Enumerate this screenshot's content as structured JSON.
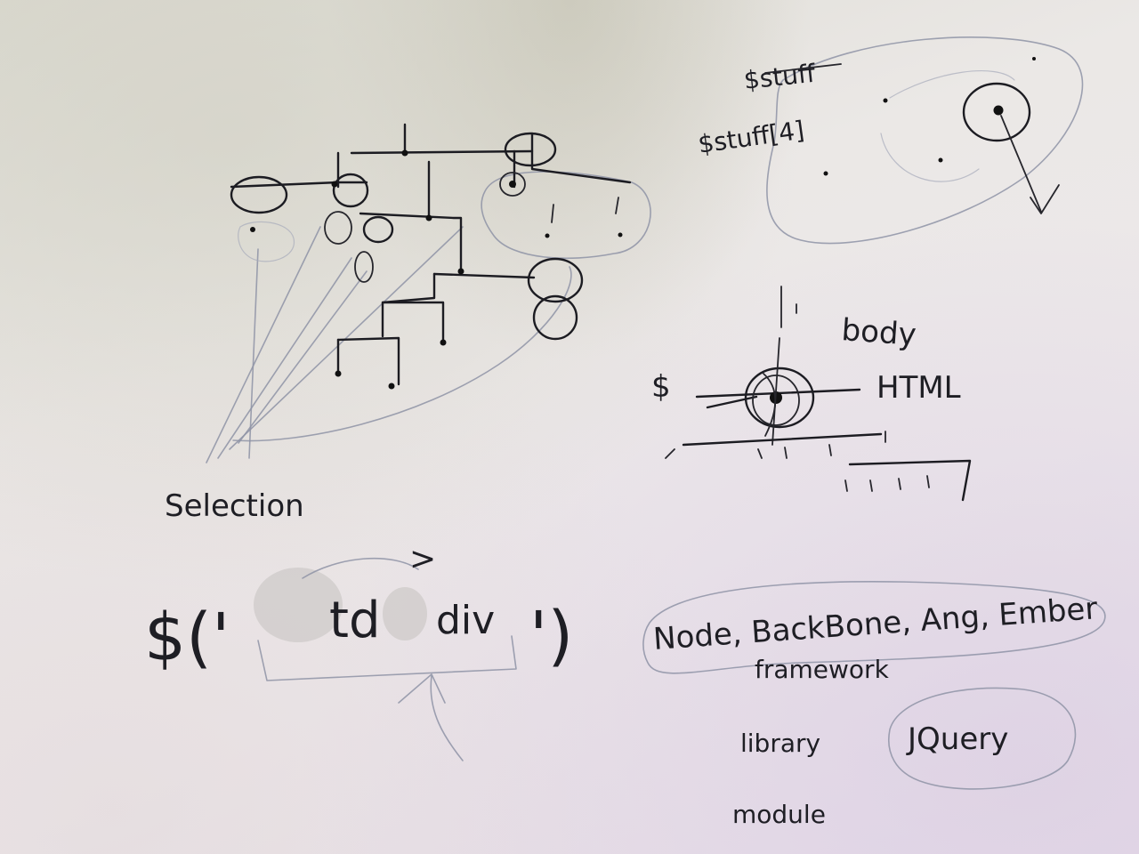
{
  "notes": {
    "stuff_label": "$stuff",
    "stuff_index_label": "$stuff[4]",
    "body_label": "body",
    "html_label": "HTML",
    "dollar_label": "$",
    "selection_label": "Selection",
    "selector_open": "$('",
    "selector_td": "td",
    "selector_gt": ">",
    "selector_div": "div",
    "selector_close": "')",
    "frameworks_label": "Node, BackBone, Ang, Ember",
    "framework_label": "framework",
    "library_label": "library",
    "jquery_label": "JQuery",
    "module_label": "module"
  },
  "colors": {
    "ink": "#1c1c22",
    "pencil": "#8e93a6",
    "paper": "#ebe8e6"
  }
}
